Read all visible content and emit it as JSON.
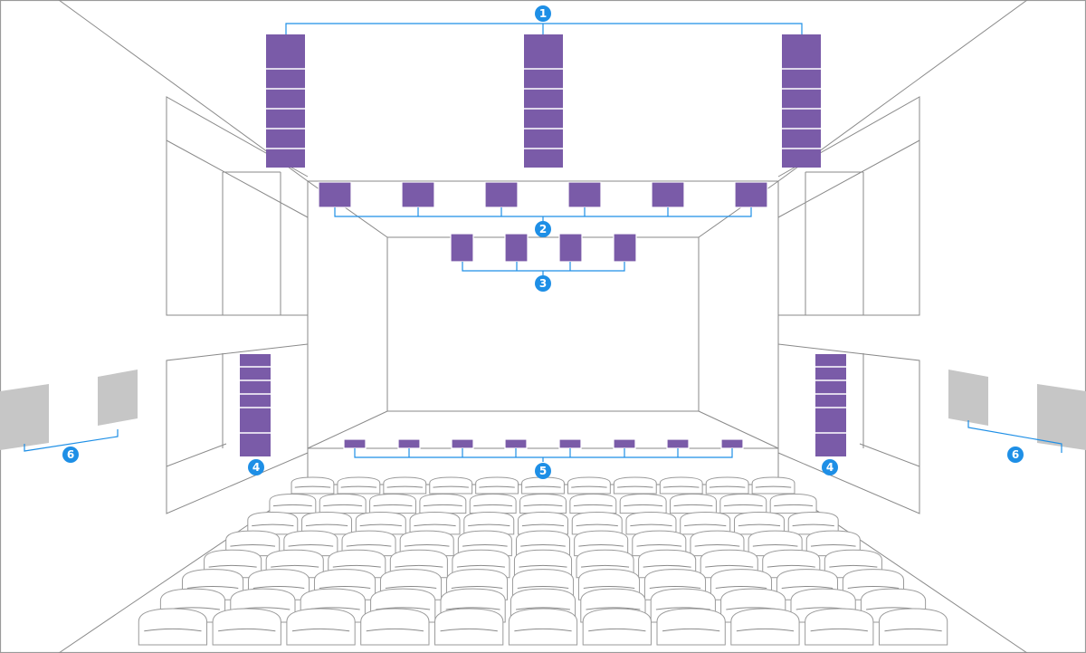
{
  "callouts": [
    {
      "id": "callout-1",
      "label": "1"
    },
    {
      "id": "callout-2",
      "label": "2"
    },
    {
      "id": "callout-3",
      "label": "3"
    },
    {
      "id": "callout-4-left",
      "label": "4"
    },
    {
      "id": "callout-4-right",
      "label": "4"
    },
    {
      "id": "callout-5",
      "label": "5"
    },
    {
      "id": "callout-6-left",
      "label": "6"
    },
    {
      "id": "callout-6-right",
      "label": "6"
    }
  ],
  "colors": {
    "speaker": "#7a5ba8",
    "surround_speaker": "#c6c6c6",
    "callout": "#1e8fe6",
    "line": "#8a8a8a"
  },
  "seating": {
    "rows": 8
  }
}
